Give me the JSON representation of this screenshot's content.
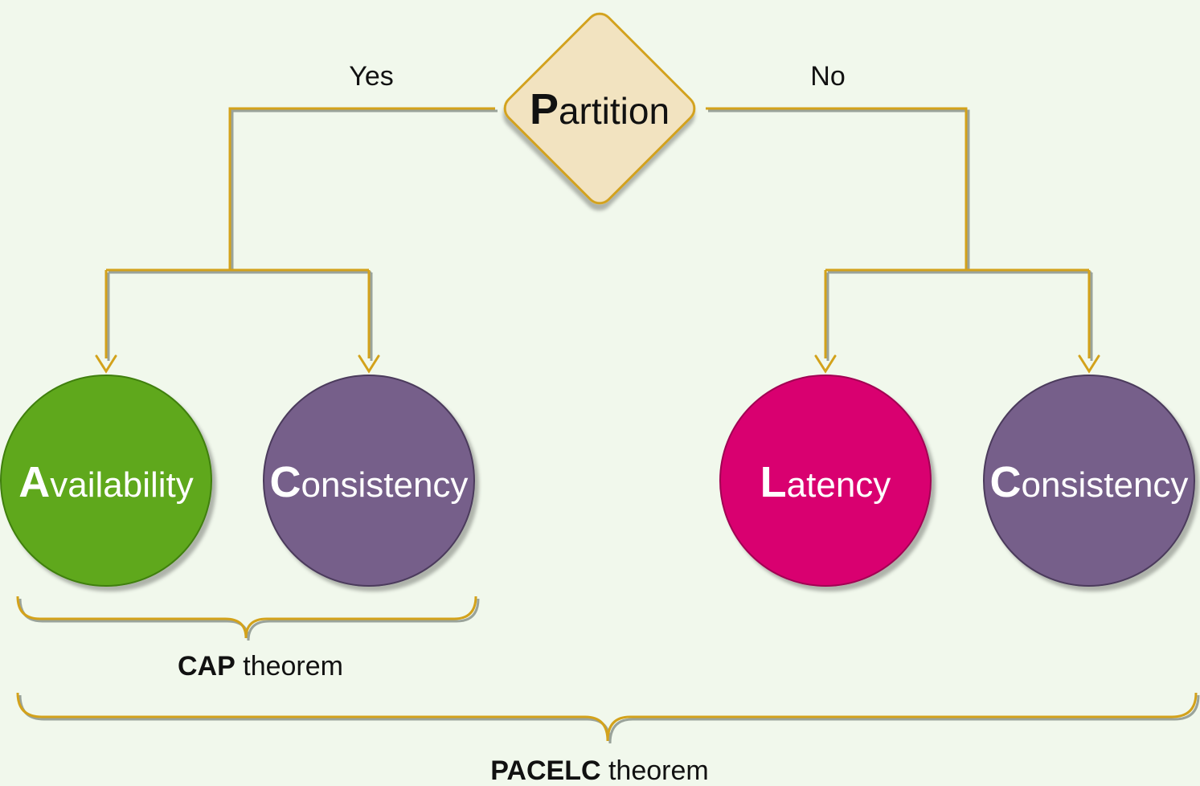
{
  "decision": {
    "initial": "P",
    "rest": "artition",
    "fill": "#f2e3c0",
    "stroke": "#d3a21b"
  },
  "branches": {
    "yes_label": "Yes",
    "no_label": "No"
  },
  "nodes": {
    "availability": {
      "initial": "A",
      "rest": "vailability",
      "fill": "#5ea81f",
      "stroke": "#3f7f10",
      "text_color": "#ffffff"
    },
    "consistency_left": {
      "initial": "C",
      "rest": "onsistency",
      "fill": "#765f8a",
      "stroke": "#4b3a5c",
      "text_color": "#ffffff"
    },
    "latency": {
      "initial": "L",
      "rest": "atency",
      "fill": "#d9006f",
      "stroke": "#a10052",
      "text_color": "#ffffff"
    },
    "consistency_right": {
      "initial": "C",
      "rest": "onsistency",
      "fill": "#765f8a",
      "stroke": "#4b3a5c",
      "text_color": "#ffffff"
    }
  },
  "theorems": {
    "cap": {
      "bold": "CAP",
      "rest": " theorem"
    },
    "pacelc": {
      "bold": "PACELC",
      "rest": " theorem"
    }
  },
  "colors": {
    "connector": "#d3a21b",
    "connector_shadow": "#9aa39a",
    "background": "#f1f8ec"
  }
}
